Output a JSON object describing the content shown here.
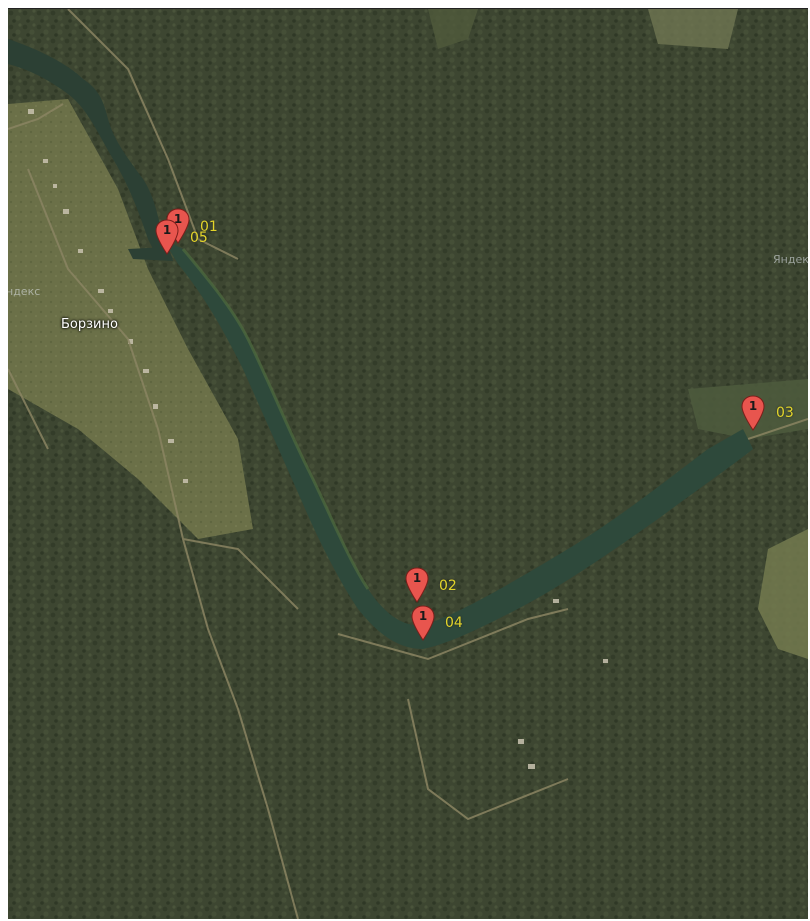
{
  "map": {
    "type": "satellite",
    "place_labels": [
      {
        "id": "borzino",
        "text": "Борзино"
      }
    ],
    "watermarks": [
      {
        "id": "left",
        "text": "ндекс"
      },
      {
        "id": "right",
        "text": "Яндекс"
      }
    ],
    "markers": [
      {
        "id": "01",
        "number": "1",
        "label": "01"
      },
      {
        "id": "05",
        "number": "1",
        "label": "05"
      },
      {
        "id": "03",
        "number": "1",
        "label": "03"
      },
      {
        "id": "02",
        "number": "1",
        "label": "02"
      },
      {
        "id": "04",
        "number": "1",
        "label": "04"
      }
    ],
    "colors": {
      "forest": "#3c4530",
      "water": "#2f4a3c",
      "marker_fill": "#e8554e",
      "marker_label": "#e3d52a"
    }
  }
}
